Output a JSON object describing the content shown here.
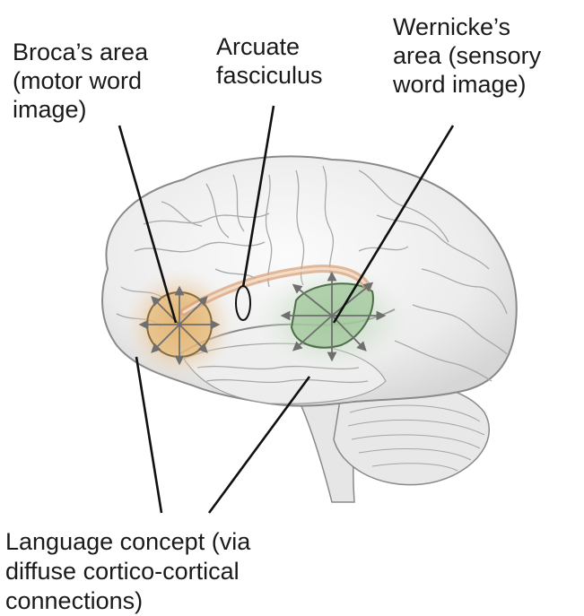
{
  "labels": {
    "broca": "Broca’s area\n(motor word\nimage)",
    "arcuate": "Arcuate\nfasciculus",
    "wernicke": "Wernicke’s\narea (sensory\nword image)",
    "concept": "Language concept (via\ndiffuse cortico-cortical\nconnections)"
  },
  "colors": {
    "broca_region": "#e3b06a",
    "wernicke_region": "#9fc79a",
    "fasciculus": "#d9a27a",
    "brain_fill": "#f2f2f2",
    "brain_outline": "#8a8a8a",
    "leader_line": "#111111"
  },
  "icons": [
    "brain-illustration",
    "arrow-icon"
  ]
}
